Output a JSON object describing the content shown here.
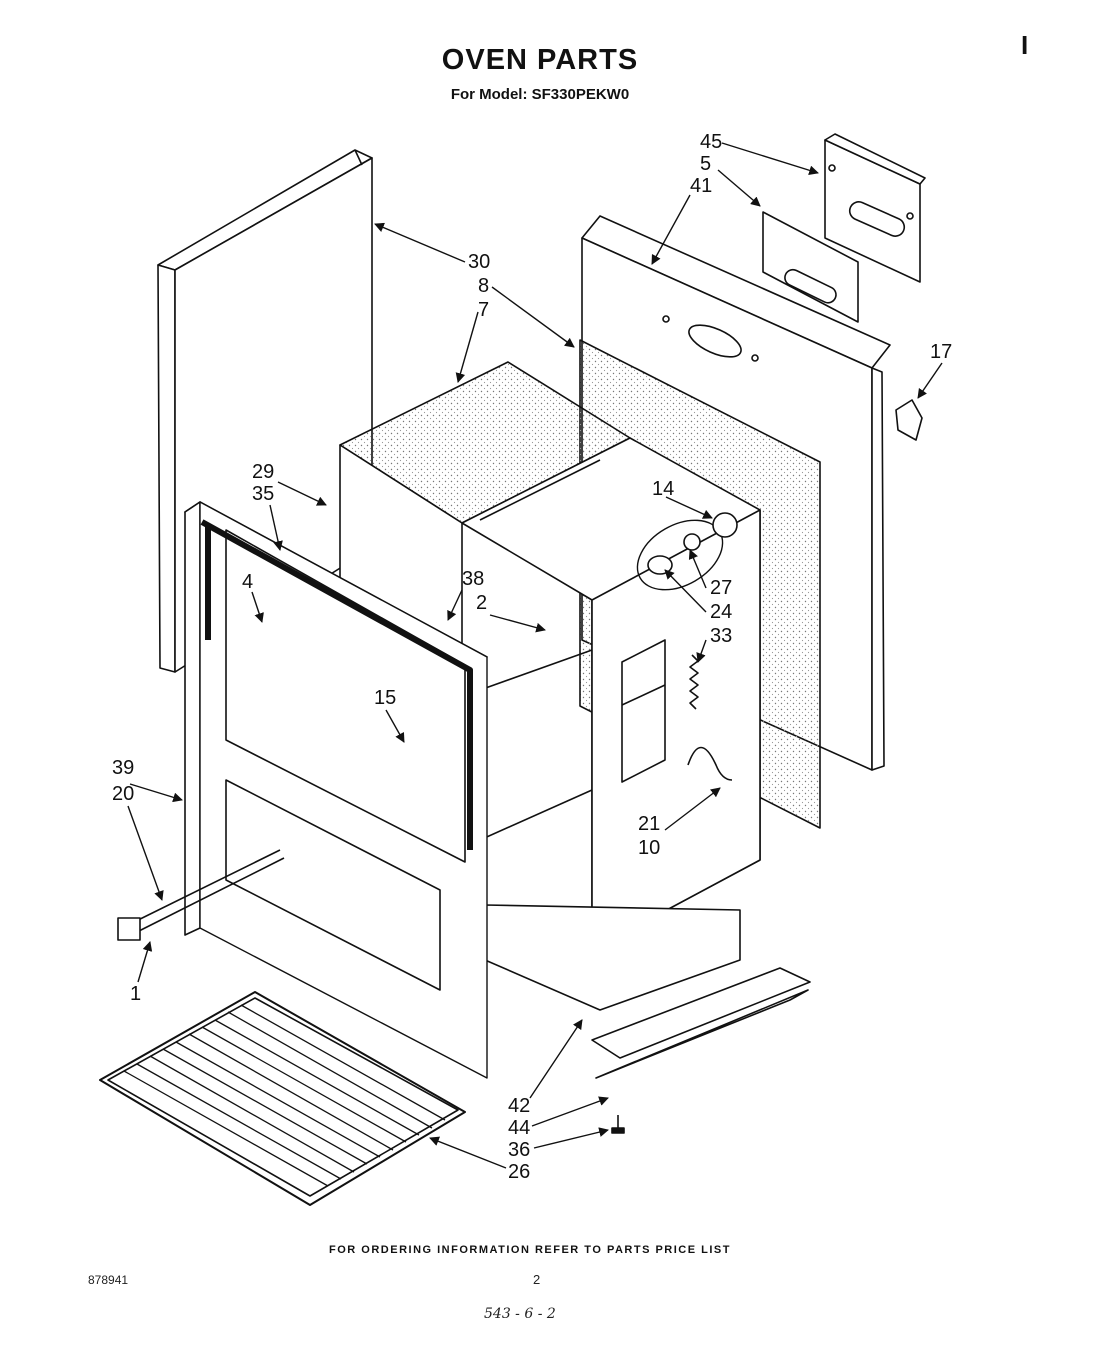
{
  "header": {
    "title": "OVEN PARTS",
    "subtitle": "For Model: SF330PEKW0",
    "corner_mark": "I"
  },
  "callout_groups": [
    {
      "id": "g45",
      "labels": [
        "45",
        "5",
        "41"
      ]
    },
    {
      "id": "g30",
      "labels": [
        "30",
        "8",
        "7"
      ]
    },
    {
      "id": "g17",
      "labels": [
        "17"
      ]
    },
    {
      "id": "g29",
      "labels": [
        "29",
        "35"
      ]
    },
    {
      "id": "g14",
      "labels": [
        "14"
      ]
    },
    {
      "id": "g4",
      "labels": [
        "4"
      ]
    },
    {
      "id": "g38",
      "labels": [
        "38",
        "2"
      ]
    },
    {
      "id": "g27",
      "labels": [
        "27",
        "24",
        "33"
      ]
    },
    {
      "id": "g15",
      "labels": [
        "15"
      ]
    },
    {
      "id": "g39",
      "labels": [
        "39",
        "20"
      ]
    },
    {
      "id": "g21",
      "labels": [
        "21",
        "10"
      ]
    },
    {
      "id": "g1",
      "labels": [
        "1"
      ]
    },
    {
      "id": "g42",
      "labels": [
        "42",
        "44",
        "36",
        "26"
      ]
    }
  ],
  "footer": {
    "note": "FOR ORDERING INFORMATION REFER TO PARTS PRICE LIST",
    "doc_number": "878941",
    "page_number": "2",
    "handwritten": "543 - 6 - 2"
  }
}
